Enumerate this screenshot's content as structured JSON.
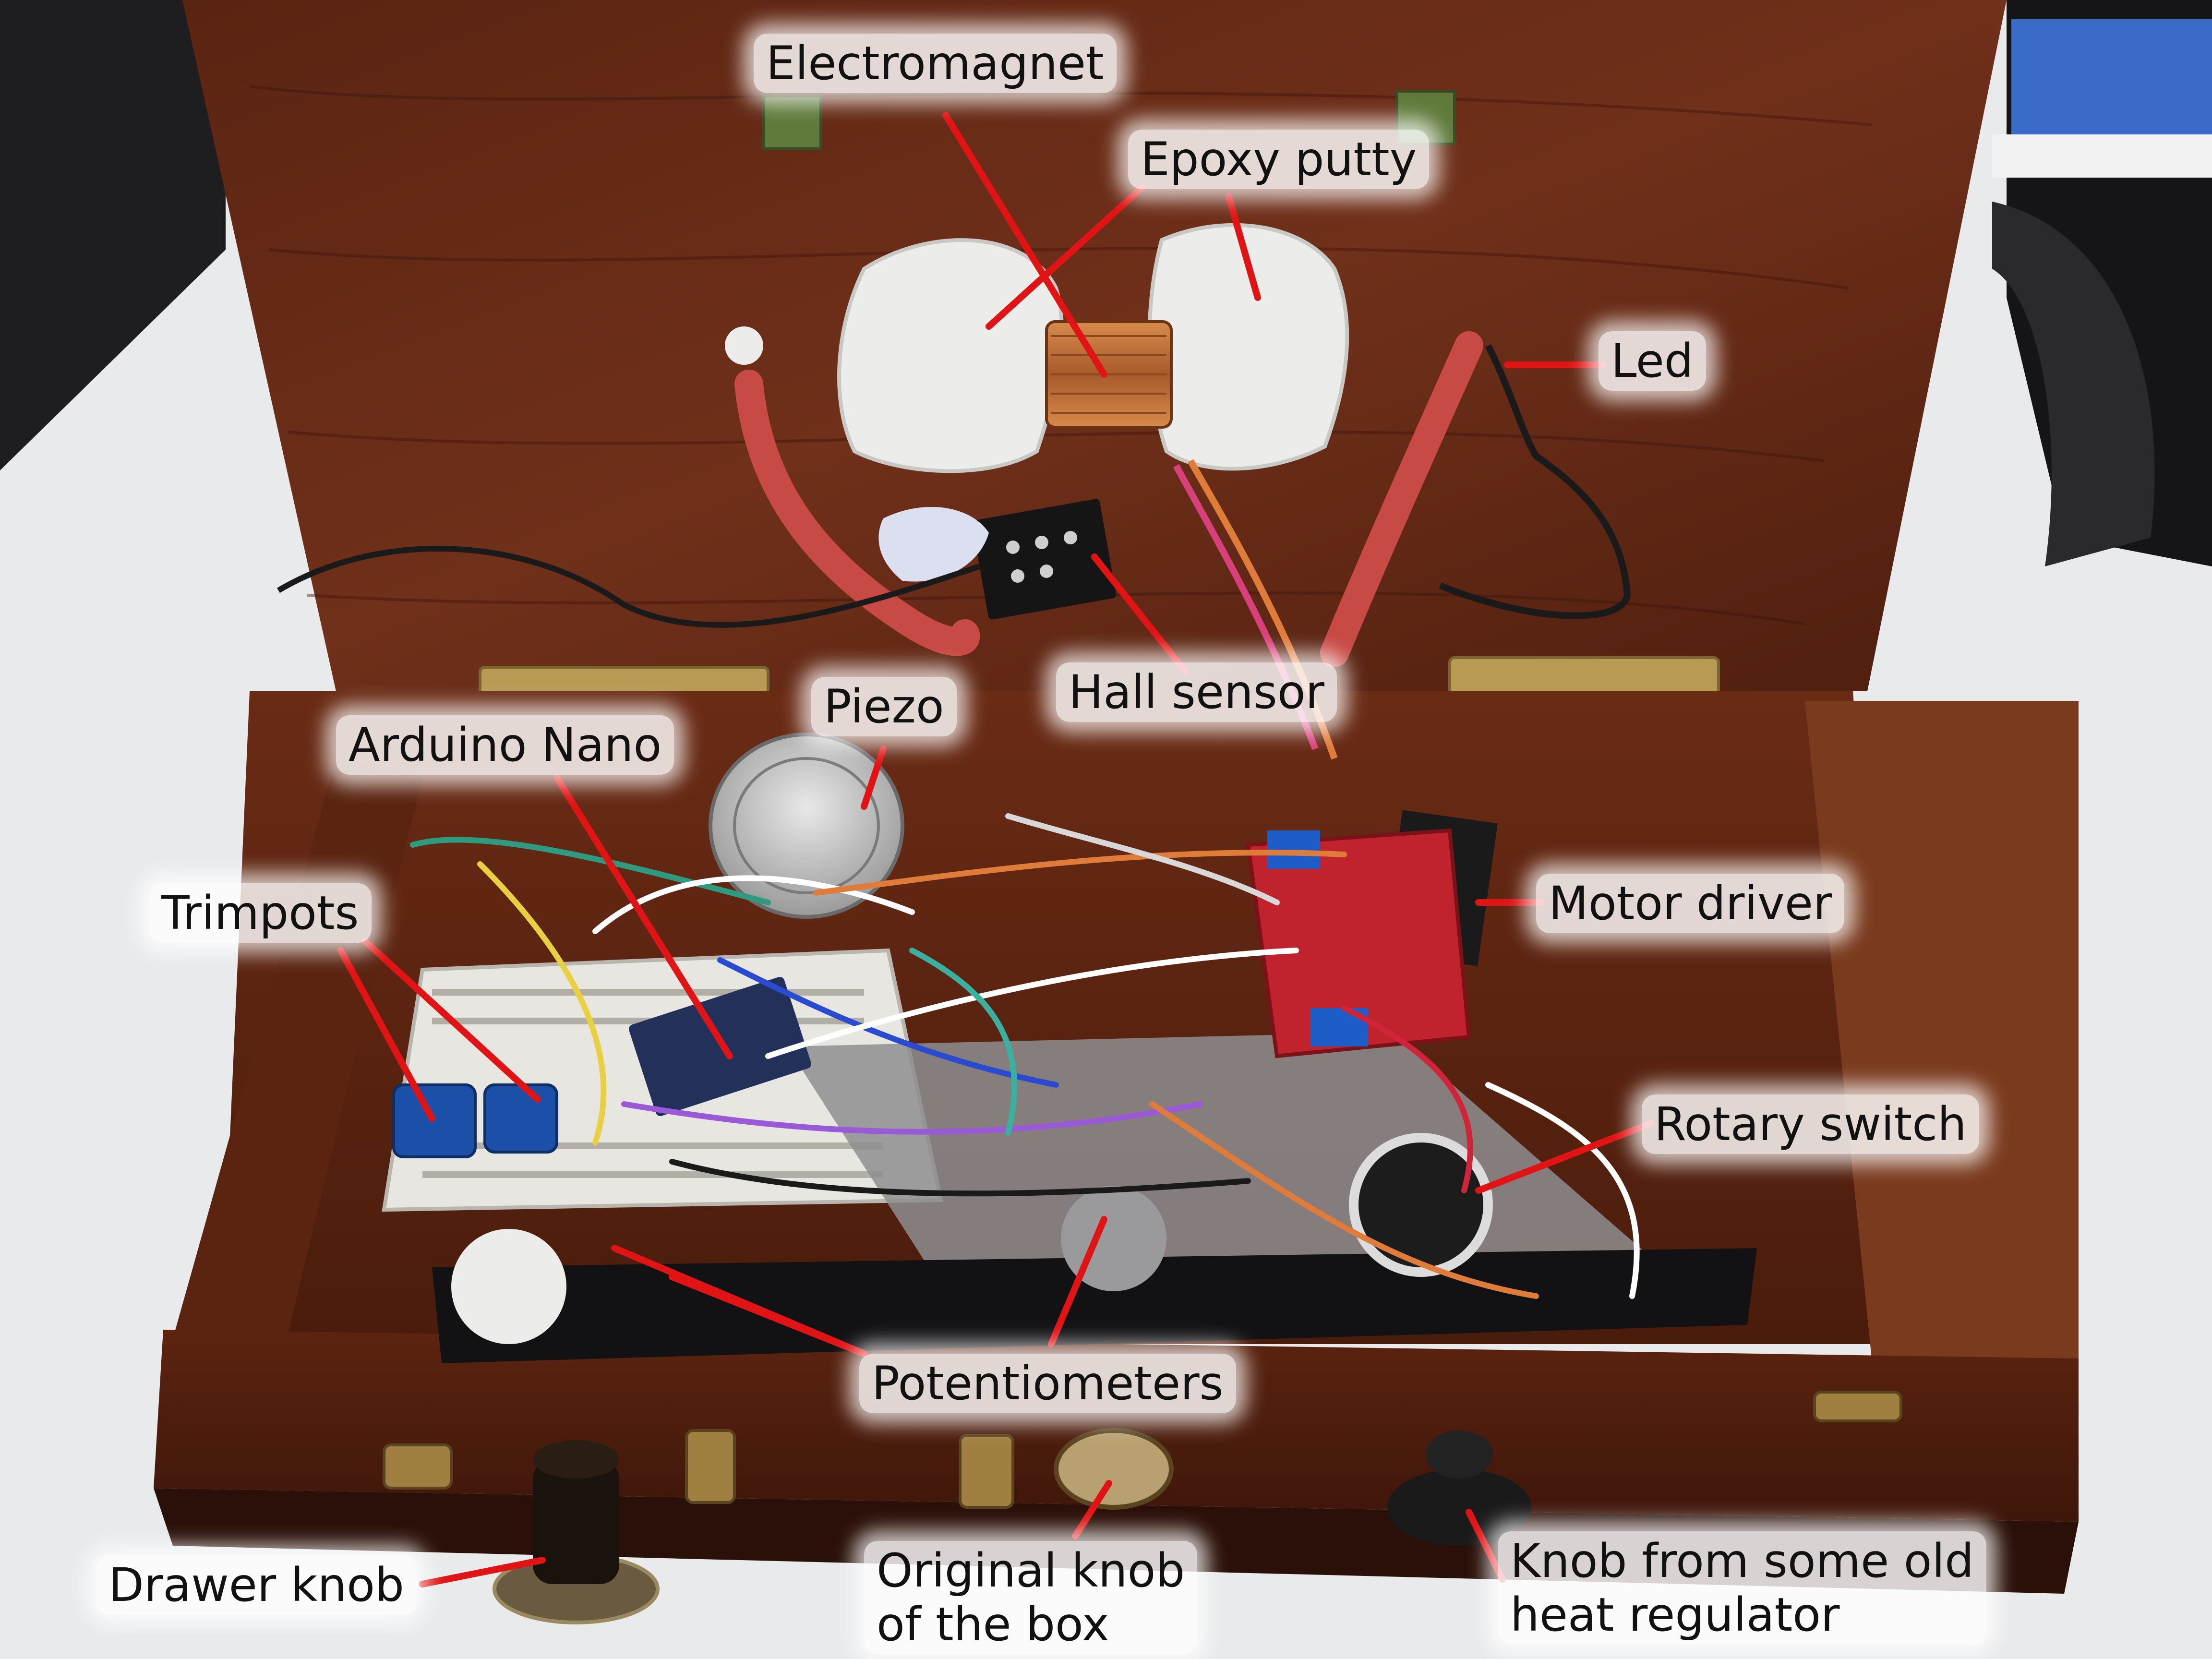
{
  "scene": {
    "colors": {
      "desk": "#e9eaec",
      "wood_dark": "#4a1f10",
      "wood_mid": "#6b2d16",
      "wood_light": "#8a4226",
      "putty": "#eeeeea",
      "coil": "#c0703a",
      "pcb_blue": "#1b4fa8",
      "pcb_red": "#c0232e",
      "breadboard": "#e8e6e0",
      "pointer": "#e01414",
      "brass": "#b99a55"
    }
  },
  "labels": {
    "electromagnet": "Electromagnet",
    "epoxy_putty": "Epoxy putty",
    "led": "Led",
    "hall_sensor": "Hall sensor",
    "piezo": "Piezo",
    "arduino_nano": "Arduino Nano",
    "trimpots": "Trimpots",
    "motor_driver": "Motor driver",
    "rotary_switch": "Rotary switch",
    "potentiometers": "Potentiometers",
    "drawer_knob": "Drawer knob",
    "original_knob_line1": "Original knob",
    "original_knob_line2": "of the box",
    "heat_knob_line1": "Knob from some old",
    "heat_knob_line2": "heat regulator"
  }
}
